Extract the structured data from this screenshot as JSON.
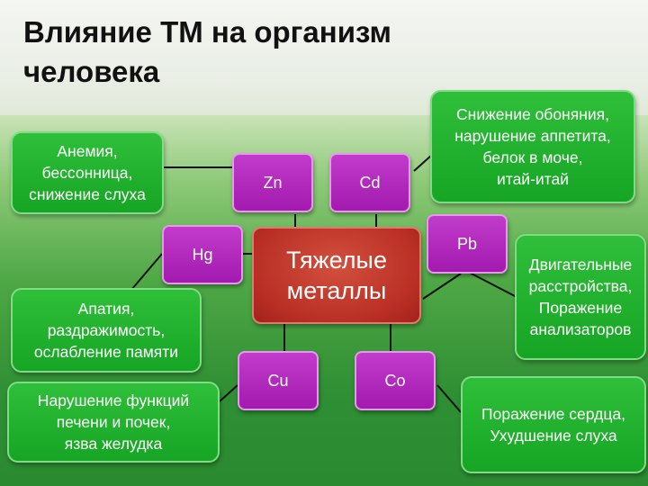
{
  "title": "Влияние ТМ на организм\nчеловека",
  "center": {
    "label": "Тяжелые\nметаллы"
  },
  "metals": {
    "zn": "Zn",
    "cd": "Cd",
    "hg": "Hg",
    "pb": "Pb",
    "cu": "Cu",
    "co": "Co"
  },
  "effects": {
    "zn": "Анемия,\nбессонница,\nснижение слуха",
    "cd": "Снижение обоняния,\nнарушение аппетита,\nбелок в моче,\nитай-итай",
    "hg": "Апатия,\nраздражимость,\nослабление памяти",
    "pb": "Двигательные\nрасстройства,\nПоражение\nанализаторов",
    "cu": "Нарушение функций\nпечени и почек,\nязва желудка",
    "co": "Поражение сердца,\nУхудшение слуха"
  },
  "colors": {
    "metal_fill": "#a21aae",
    "center_fill": "#b92f25",
    "effect_fill": "#16a524",
    "connector": "#111111"
  }
}
